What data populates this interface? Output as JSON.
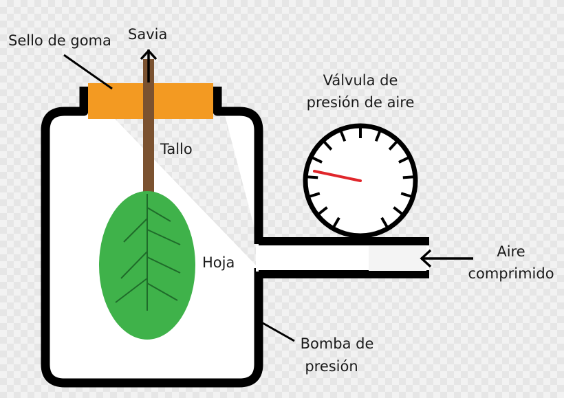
{
  "labels": {
    "rubber_seal": "Sello de goma",
    "sap": "Savia",
    "stem": "Tallo",
    "leaf": "Hoja",
    "valve_line1": "Válvula de",
    "valve_line2": "presión de aire",
    "air_line1": "Aire",
    "air_line2": "comprimido",
    "pump_line1": "Bomba de",
    "pump_line2": "presión"
  },
  "gauge": {
    "needle_color": "#e0262b"
  },
  "colors": {
    "seal": "#f39a22",
    "stem": "#7b5230",
    "leaf": "#3fb24a",
    "leaf_veins": "#1f6b2a",
    "outline": "#000000"
  }
}
